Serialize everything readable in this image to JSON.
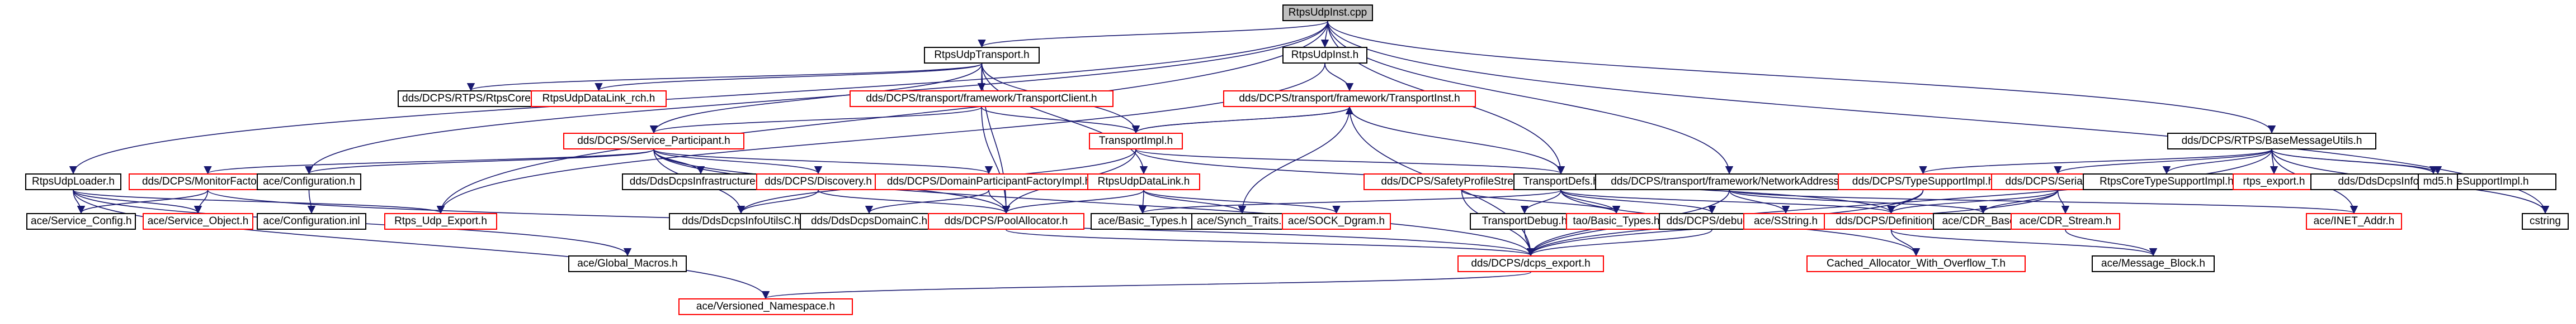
{
  "colors": {
    "edge": "#191970",
    "border_default": "#000000",
    "border_red": "#ff0000",
    "root_fill": "#bfbfbf"
  },
  "nodes": {
    "rtpsudpinst_cpp": "RtpsUdpInst.cpp",
    "rtpsudptransport_h": "RtpsUdpTransport.h",
    "rtpsudpinst_h": "RtpsUdpInst.h",
    "rtps_rtpscore_h": "dds/DCPS/RTPS/RtpsCoreC.h",
    "rtpsudpdatalink_rch_h": "RtpsUdpDataLink_rch.h",
    "transportclient_h": "dds/DCPS/transport/framework/TransportClient.h",
    "transportinst_h": "dds/DCPS/transport/framework/TransportInst.h",
    "basemessageutils_h": "dds/DCPS/RTPS/BaseMessageUtils.h",
    "rtpsudploader_h": "RtpsUdpLoader.h",
    "monitorfactory_h": "dds/DCPS/MonitorFactory.h",
    "configuration_h": "ace/Configuration.h",
    "service_participant_h": "dds/DCPS/Service_Participant.h",
    "transportimpl_h": "TransportImpl.h",
    "safetyprofilestreams_h": "dds/DCPS/SafetyProfileStreams.h",
    "transportdefs_h": "TransportDefs.h",
    "networkaddress_h": "dds/DCPS/transport/framework/NetworkAddress.h",
    "typesupportimpl_h": "dds/DCPS/TypeSupportImpl.h",
    "serializer_h": "dds/DCPS/Serializer.h",
    "rtpscoretypesupportimpl_h": "RtpsCoreTypeSupportImpl.h",
    "rtps_export_h": "rtps_export.h",
    "ddsdcpsinfoutiltypesupportimpl_h": "dds/DdsDcpsInfoUtilsTypeSupportImpl.h",
    "md5_h": "md5.h",
    "cstring": "cstring",
    "service_config_h": "ace/Service_Config.h",
    "service_object_h": "ace/Service_Object.h",
    "configuration_inl": "ace/Configuration.inl",
    "rtps_udp_export_h": "Rtps_Udp_Export.h",
    "ddsdcpsinfrastructurec_h": "dds/DdsDcpsInfrastructureC.h",
    "discovery_h": "dds/DCPS/Discovery.h",
    "domainparticipantfactoryimpl_h": "dds/DCPS/DomainParticipantFactoryImpl.h",
    "rtpsudpdatalink_h": "RtpsUdpDataLink.h",
    "ddsdcpsinfoutilsc_h": "dds/DdsDcpsInfoUtilsC.h",
    "ddsdcpsdomainc_h": "dds/DdsDcpsDomainC.h",
    "poolallocator_h": "dds/DCPS/PoolAllocator.h",
    "basic_types_h": "ace/Basic_Types.h",
    "synch_traits_h": "ace/Synch_Traits.h",
    "sock_dgram_h": "ace/SOCK_Dgram.h",
    "transportdebug_h": "TransportDebug.h",
    "tao_basic_types_h": "tao/Basic_Types.h",
    "dcps_debug_h": "dds/DCPS/debug.h",
    "sstring_h": "ace/SString.h",
    "definitions_h": "dds/DCPS/Definitions.h",
    "cdr_base_h": "ace/CDR_Base.h",
    "cdr_stream_h": "ace/CDR_Stream.h",
    "inet_addr_h": "ace/INET_Addr.h",
    "global_macros_h": "ace/Global_Macros.h",
    "dcps_export_h": "dds/DCPS/dcps_export.h",
    "cached_allocator_h": "Cached_Allocator_With_Overflow_T.h",
    "message_block_h": "ace/Message_Block.h",
    "versioned_namespace_h": "ace/Versioned_Namespace.h"
  }
}
